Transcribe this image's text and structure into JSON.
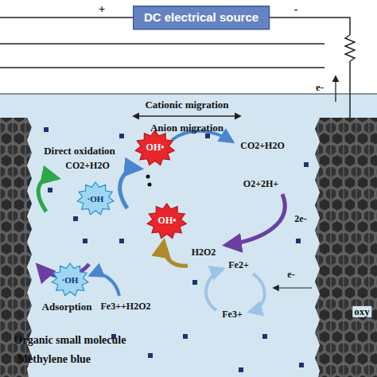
{
  "diagram": {
    "nodes": [
      {
        "text": [
          "DC electrical source"
        ]
      },
      {
        "text": [
          "OH•"
        ]
      },
      {
        "text": [
          "·OH"
        ]
      },
      {
        "text": [
          "OH•"
        ]
      },
      {
        "text": [
          "·OH"
        ]
      }
    ],
    "labels": [
      "+",
      "-",
      "e-",
      "Cationic migration",
      "Anion migration",
      "Direct oxidation",
      "CO2+H2O",
      "CO2+H2O",
      "O2+2H+",
      "2e-",
      "H2O2",
      "Fe2+",
      "Fe3+",
      "e-",
      "Fe3++H2O2",
      "Adsorption",
      "Organic small molecule",
      "Methylene blue",
      "oxy"
    ]
  }
}
